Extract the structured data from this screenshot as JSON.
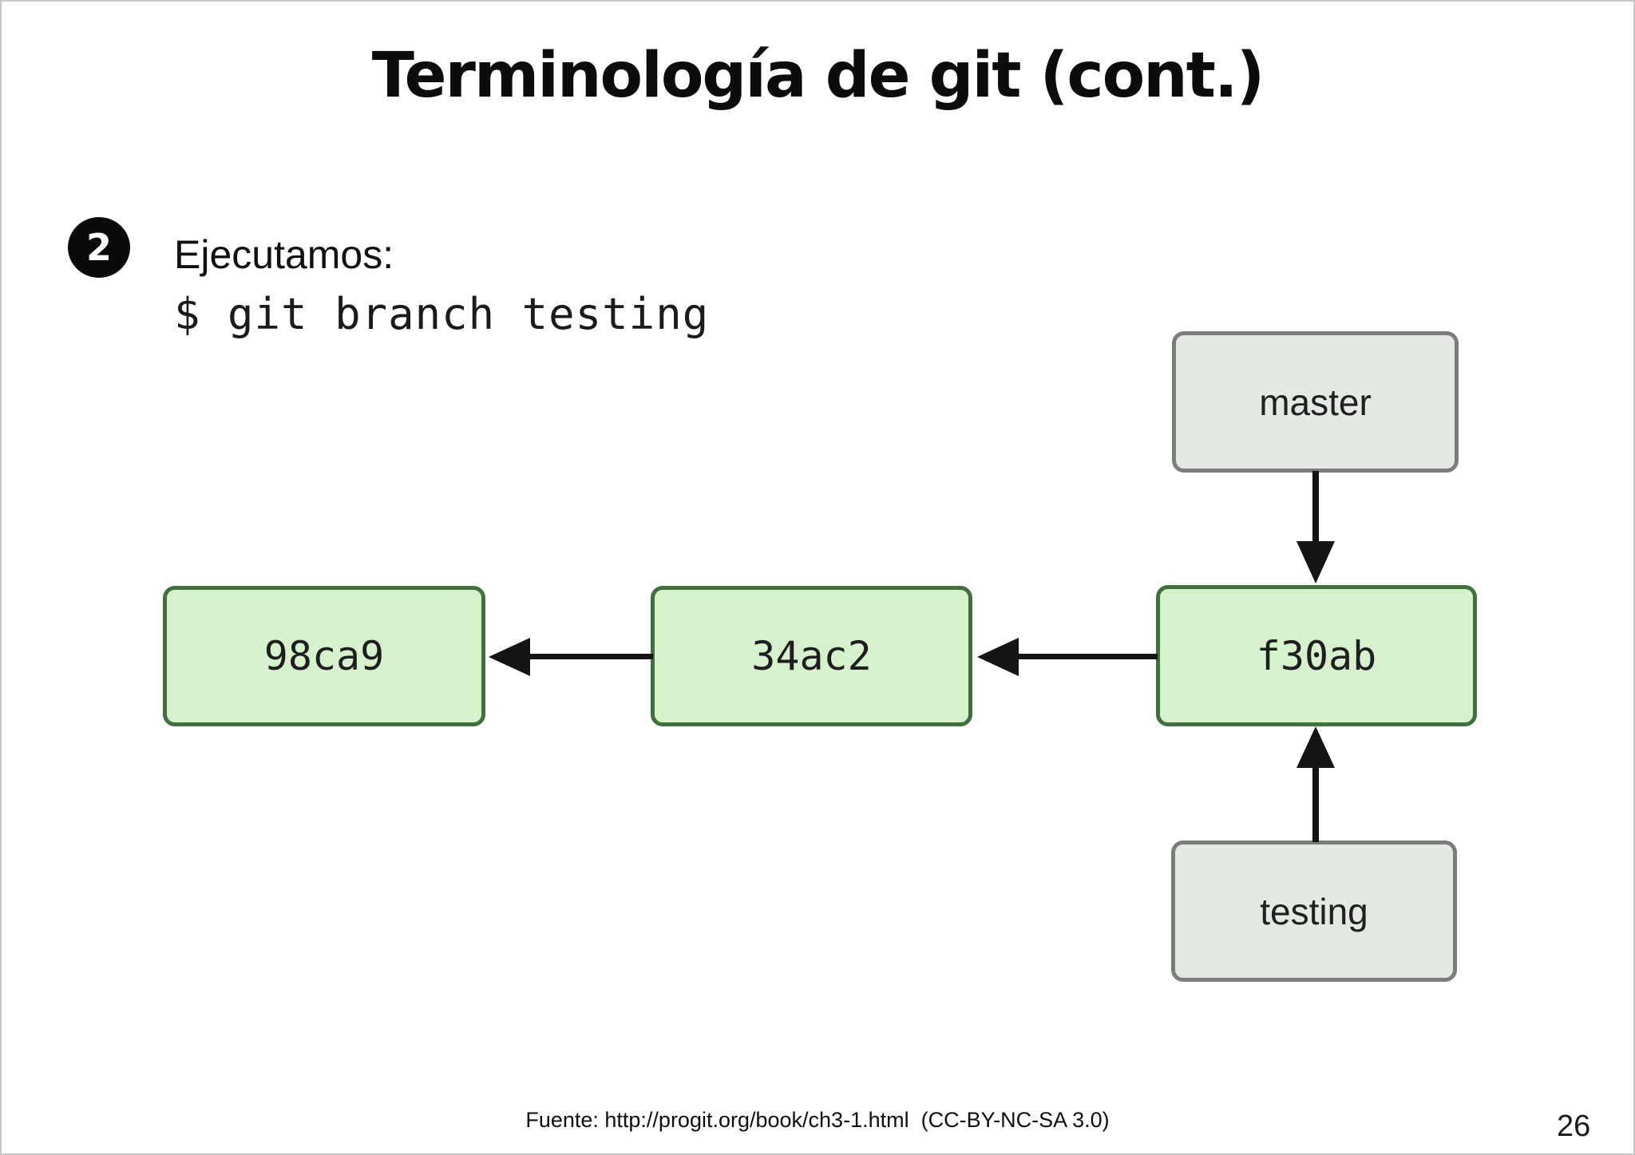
{
  "slide": {
    "title": "Terminología de git (cont.)",
    "page_number": "26",
    "footer": "Fuente: http://progit.org/book/ch3-1.html  (CC-BY-NC-SA 3.0)",
    "bullet": {
      "number": "2",
      "text": "Ejecutamos:",
      "command": "$ git branch testing"
    }
  },
  "diagram": {
    "commits": [
      {
        "label": "98ca9"
      },
      {
        "label": "34ac2"
      },
      {
        "label": "f30ab"
      }
    ],
    "branches": [
      {
        "label": "master"
      },
      {
        "label": "testing"
      }
    ],
    "edges": [
      {
        "from": "34ac2",
        "to": "98ca9",
        "direction": "left"
      },
      {
        "from": "f30ab",
        "to": "34ac2",
        "direction": "left"
      },
      {
        "from": "master",
        "to": "f30ab",
        "direction": "down"
      },
      {
        "from": "testing",
        "to": "f30ab",
        "direction": "up"
      }
    ]
  },
  "colors": {
    "commit_fill": "#d6f2cd",
    "commit_border": "#41703e",
    "branch_fill": "#e4e9e4",
    "branch_border": "#7c7c7c",
    "arrow": "#141414",
    "bullet_bg": "#0a0a0a"
  }
}
